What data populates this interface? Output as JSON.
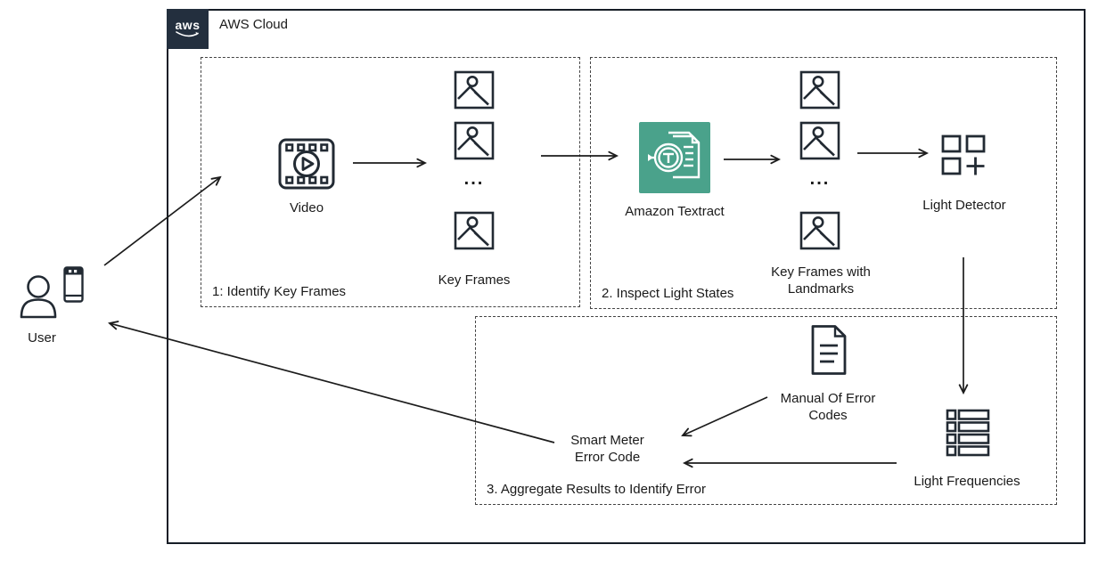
{
  "header": {
    "logo_text": "aws",
    "title": "AWS Cloud"
  },
  "user": {
    "label": "User"
  },
  "ellipsis": "...",
  "step1": {
    "label": "1: Identify Key Frames",
    "video_label": "Video",
    "keyframes_label": "Key Frames"
  },
  "step2": {
    "label": "2. Inspect Light States",
    "textract_label": "Amazon Textract",
    "keyframes_landmarks_label": "Key Frames with Landmarks",
    "light_detector_label": "Light Detector"
  },
  "step3": {
    "label": "3. Aggregate Results to Identify Error",
    "manual_label": "Manual Of Error Codes",
    "smart_meter_label": "Smart Meter Error Code",
    "light_frequencies_label": "Light Frequencies"
  },
  "colors": {
    "textract_green": "#4aa28b",
    "aws_navy": "#232f3e",
    "line": "#1c1c1c"
  },
  "icons": [
    "aws-logo-icon",
    "user-person-icon",
    "smartphone-icon",
    "video-icon",
    "keyframe-image-icon",
    "textract-icon",
    "light-detector-icon",
    "document-manual-icon",
    "light-frequencies-icon"
  ]
}
